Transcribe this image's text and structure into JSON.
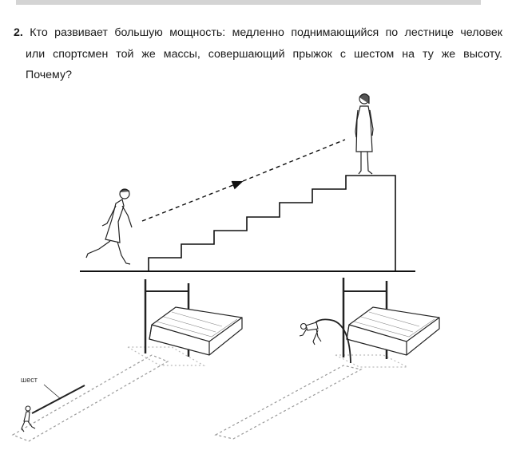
{
  "question": {
    "number": "2.",
    "line1": "Кто развивает большую мощность: медленно поднимающийся по лестнице человек",
    "line2": "или спортсмен той же массы, совершающий прыжок с шестом на ту же высоту.",
    "line3": "Почему?"
  },
  "illustration": {
    "pole_label": "шест",
    "icons": [
      "stairs-icon",
      "walking-woman-icon",
      "standing-woman-icon",
      "high-jump-mat-icon",
      "pole-vaulter-icon"
    ]
  }
}
